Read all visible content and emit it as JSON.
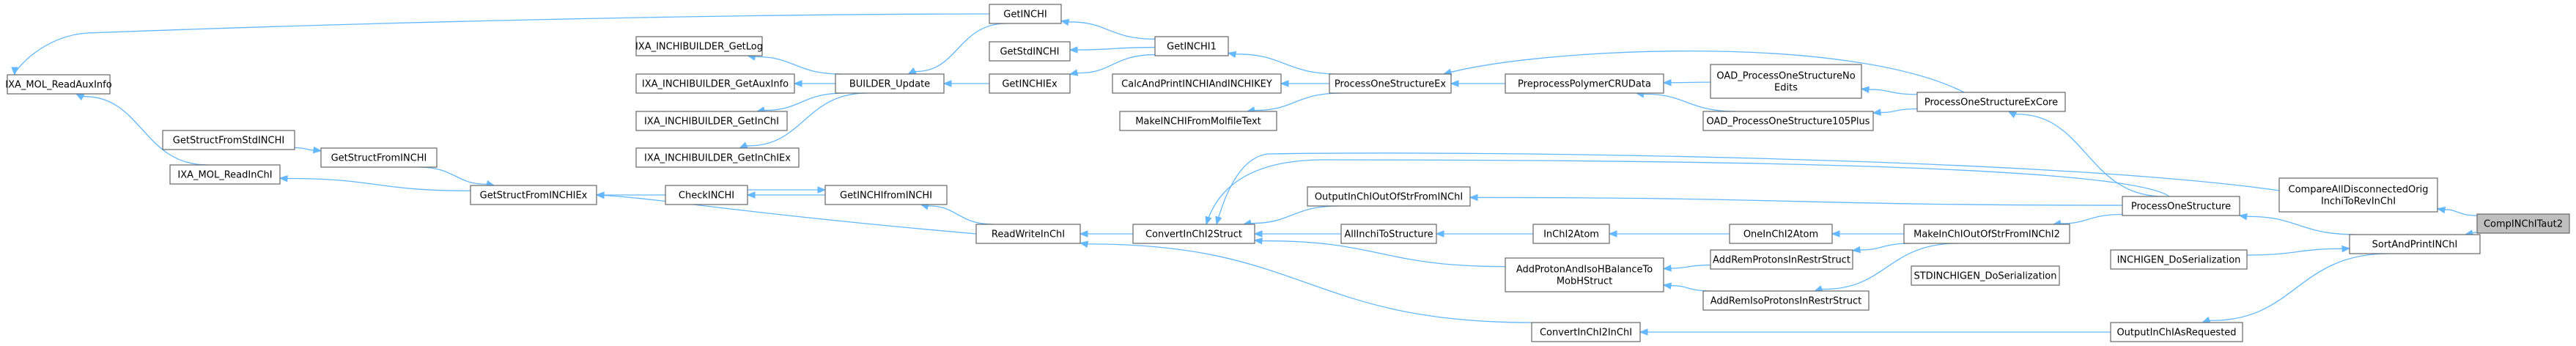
{
  "graph": {
    "nodes": [
      {
        "id": "n_readaux",
        "label": "IXA_MOL_ReadAuxInfo"
      },
      {
        "id": "n_readinchi",
        "label": "IXA_MOL_ReadInChI"
      },
      {
        "id": "n_gsstd",
        "label": "GetStructFromStdINCHI"
      },
      {
        "id": "n_gsinchi",
        "label": "GetStructFromINCHI"
      },
      {
        "id": "n_gsinchiex",
        "label": "GetStructFromINCHIEx"
      },
      {
        "id": "n_checkinchi",
        "label": "CheckINCHI"
      },
      {
        "id": "n_getinchifrom",
        "label": "GetINCHIfromINCHI"
      },
      {
        "id": "n_rwinchi",
        "label": "ReadWriteInChI"
      },
      {
        "id": "n_getlog",
        "label": "IXA_INCHIBUILDER_GetLog"
      },
      {
        "id": "n_getaux",
        "label": "IXA_INCHIBUILDER_GetAuxInfo"
      },
      {
        "id": "n_getinchi_b",
        "label": "IXA_INCHIBUILDER_GetInChI"
      },
      {
        "id": "n_getinchiex_b",
        "label": "IXA_INCHIBUILDER_GetInChIEx"
      },
      {
        "id": "n_bupdate",
        "label": "BUILDER_Update"
      },
      {
        "id": "n_getINCHI",
        "label": "GetINCHI"
      },
      {
        "id": "n_getstd",
        "label": "GetStdINCHI"
      },
      {
        "id": "n_getinchiex",
        "label": "GetINCHIEx"
      },
      {
        "id": "n_getinchi1",
        "label": "GetINCHI1"
      },
      {
        "id": "n_calcandprint",
        "label": "CalcAndPrintINCHIAndINCHIKEY"
      },
      {
        "id": "n_makefrommol",
        "label": "MakeINCHIFromMolfileText"
      },
      {
        "id": "n_pose_ex",
        "label": "ProcessOneStructureEx"
      },
      {
        "id": "n_preproc",
        "label": "PreprocessPolymerCRUData"
      },
      {
        "id": "n_oad_noedits",
        "label": "OAD_ProcessOneStructureNoEdits",
        "lines": [
          "OAD_ProcessOneStructureNo",
          "Edits"
        ]
      },
      {
        "id": "n_oad_105",
        "label": "OAD_ProcessOneStructure105Plus"
      },
      {
        "id": "n_pose_excore",
        "label": "ProcessOneStructureExCore"
      },
      {
        "id": "n_pos",
        "label": "ProcessOneStructure"
      },
      {
        "id": "n_compare",
        "label": "CompareAllDisconnectedOrigInchiToRevInChI",
        "lines": [
          "CompareAllDisconnectedOrig",
          "InchiToRevInChI"
        ]
      },
      {
        "id": "n_comp_taut2",
        "label": "CompINChITaut2"
      },
      {
        "id": "n_sortprint",
        "label": "SortAndPrintINChI"
      },
      {
        "id": "n_inchigen_ds",
        "label": "INCHIGEN_DoSerialization"
      },
      {
        "id": "n_std_ds",
        "label": "STDINCHIGEN_DoSerialization"
      },
      {
        "id": "n_output_req",
        "label": "OutputInChIAsRequested"
      },
      {
        "id": "n_convert2struct",
        "label": "ConvertInChI2Struct"
      },
      {
        "id": "n_output_out",
        "label": "OutputInChIOutOfStrFromINChI"
      },
      {
        "id": "n_allinchi",
        "label": "AllInchiToStructure"
      },
      {
        "id": "n_inchi2atom",
        "label": "InChI2Atom"
      },
      {
        "id": "n_oneinchi2atom",
        "label": "OneInChI2Atom"
      },
      {
        "id": "n_makeinchiout",
        "label": "MakeInChIOutOfStrFromINChI2"
      },
      {
        "id": "n_addproton",
        "label": "AddProtonAndIsoHBalanceToMobHStruct",
        "lines": [
          "AddProtonAndIsoHBalanceTo",
          "MobHStruct"
        ]
      },
      {
        "id": "n_addrem",
        "label": "AddRemProtonsInRestrStruct"
      },
      {
        "id": "n_addremiso",
        "label": "AddRemIsoProtonsInRestrStruct"
      },
      {
        "id": "n_convert2inchi",
        "label": "ConvertInChI2InChI"
      }
    ]
  },
  "colors": {
    "edge": "#63b8ff",
    "node_border": "#666666",
    "node_fill": "#ffffff",
    "highlight_fill": "#bfbfbf"
  }
}
